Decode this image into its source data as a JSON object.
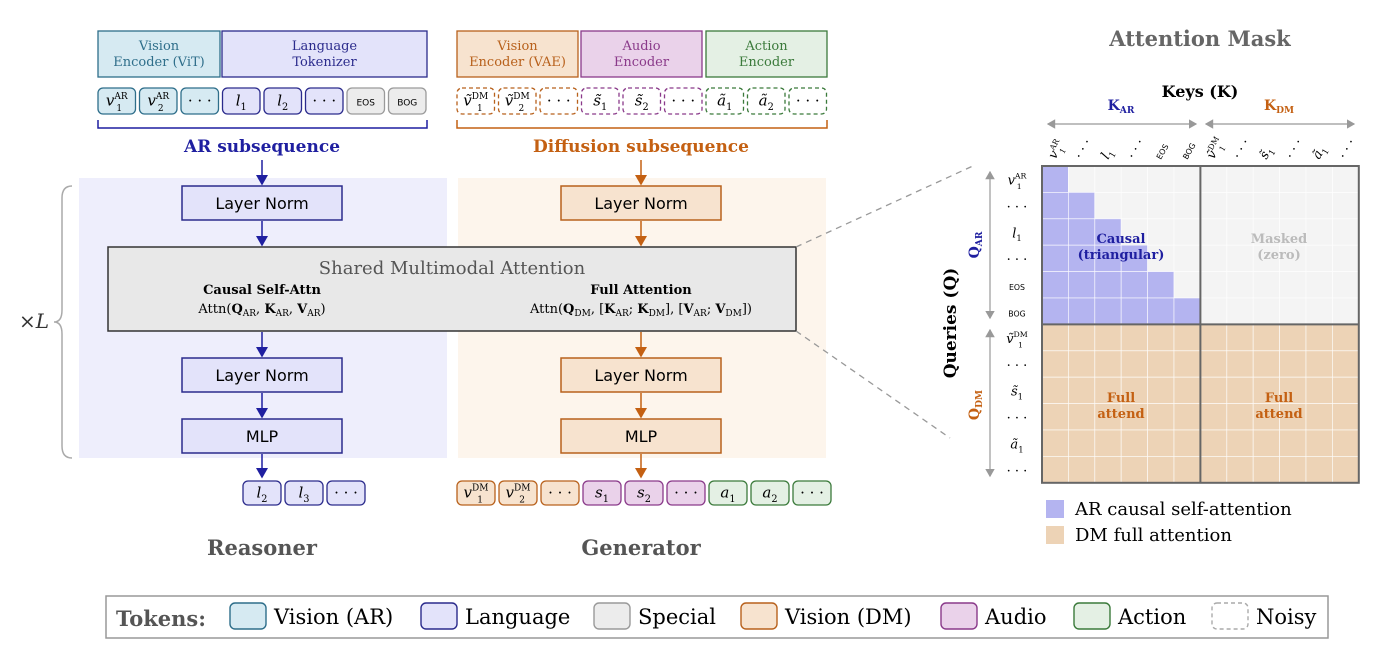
{
  "colors": {
    "vision_ar": "#d6eaf2",
    "vision_ar_border": "#2e6e8a",
    "language": "#e3e3fa",
    "language_border": "#2b2b8c",
    "special": "#ececec",
    "special_border": "#9a9a9a",
    "vision_dm": "#f7e3cf",
    "vision_dm_border": "#b8611c",
    "audio": "#ead2ea",
    "audio_border": "#8a3a8a",
    "action": "#e4f0e4",
    "action_border": "#3b7a3b",
    "ar_accent": "#1f1fa0",
    "dm_accent": "#c46012",
    "mask_ar": "#b4b4f0",
    "mask_dm": "#edd3b6",
    "mask_empty": "#f4f4f4"
  },
  "encoders": {
    "ar": [
      {
        "name": "Vision\nEncoder (ViT)",
        "kind": "vision_ar"
      },
      {
        "name": "Language\nTokenizer",
        "kind": "language"
      }
    ],
    "dm": [
      {
        "name": "Vision\nEncoder (VAE)",
        "kind": "vision_dm"
      },
      {
        "name": "Audio\nEncoder",
        "kind": "audio"
      },
      {
        "name": "Action\nEncoder",
        "kind": "action"
      }
    ]
  },
  "input_tokens": {
    "ar": [
      {
        "base": "v",
        "sub": "1",
        "sup": "AR",
        "kind": "vision_ar"
      },
      {
        "base": "v",
        "sub": "2",
        "sup": "AR",
        "kind": "vision_ar"
      },
      {
        "base": "· · ·",
        "kind": "vision_ar"
      },
      {
        "base": "l",
        "sub": "1",
        "kind": "language"
      },
      {
        "base": "l",
        "sub": "2",
        "kind": "language"
      },
      {
        "base": "· · ·",
        "kind": "language"
      },
      {
        "base": "EOS",
        "kind": "special",
        "small": true
      },
      {
        "base": "BOG",
        "kind": "special",
        "small": true
      }
    ],
    "dm": [
      {
        "base": "ṽ",
        "sub": "1",
        "sup": "DM",
        "kind": "vision_dm",
        "noisy": true
      },
      {
        "base": "ṽ",
        "sub": "2",
        "sup": "DM",
        "kind": "vision_dm",
        "noisy": true
      },
      {
        "base": "· · ·",
        "kind": "vision_dm",
        "noisy": true
      },
      {
        "base": "s̃",
        "sub": "1",
        "kind": "audio",
        "noisy": true
      },
      {
        "base": "s̃",
        "sub": "2",
        "kind": "audio",
        "noisy": true
      },
      {
        "base": "· · ·",
        "kind": "audio",
        "noisy": true
      },
      {
        "base": "ã",
        "sub": "1",
        "kind": "action",
        "noisy": true
      },
      {
        "base": "ã",
        "sub": "2",
        "kind": "action",
        "noisy": true
      },
      {
        "base": "· · ·",
        "kind": "action",
        "noisy": true
      }
    ]
  },
  "subsequences": {
    "ar": "AR subsequence",
    "dm": "Diffusion subsequence"
  },
  "blocks": {
    "layer_norm": "Layer Norm",
    "mlp": "MLP"
  },
  "shared_attention": {
    "title": "Shared Multimodal Attention",
    "causal_label": "Causal Self-Attn",
    "causal_formula": [
      {
        "t": "Attn("
      },
      {
        "t": "Q",
        "b": true
      },
      {
        "t": "AR",
        "sub": true
      },
      {
        "t": ", "
      },
      {
        "t": "K",
        "b": true
      },
      {
        "t": "AR",
        "sub": true
      },
      {
        "t": ", "
      },
      {
        "t": "V",
        "b": true
      },
      {
        "t": "AR",
        "sub": true
      },
      {
        "t": ")"
      }
    ],
    "full_label": "Full Attention",
    "full_formula": [
      {
        "t": "Attn("
      },
      {
        "t": "Q",
        "b": true
      },
      {
        "t": "DM",
        "sub": true
      },
      {
        "t": ", ["
      },
      {
        "t": "K",
        "b": true
      },
      {
        "t": "AR",
        "sub": true
      },
      {
        "t": "; "
      },
      {
        "t": "K",
        "b": true
      },
      {
        "t": "DM",
        "sub": true
      },
      {
        "t": "], ["
      },
      {
        "t": "V",
        "b": true
      },
      {
        "t": "AR",
        "sub": true
      },
      {
        "t": "; "
      },
      {
        "t": "V",
        "b": true
      },
      {
        "t": "DM",
        "sub": true
      },
      {
        "t": "])"
      }
    ]
  },
  "repeat_label": "×L",
  "output_tokens": {
    "ar": [
      {
        "base": "l",
        "sub": "2",
        "kind": "language"
      },
      {
        "base": "l",
        "sub": "3",
        "kind": "language"
      },
      {
        "base": "· · ·",
        "kind": "language"
      }
    ],
    "dm": [
      {
        "base": "v",
        "sub": "1",
        "sup": "DM",
        "kind": "vision_dm"
      },
      {
        "base": "v",
        "sub": "2",
        "sup": "DM",
        "kind": "vision_dm"
      },
      {
        "base": "· · ·",
        "kind": "vision_dm"
      },
      {
        "base": "s",
        "sub": "1",
        "kind": "audio"
      },
      {
        "base": "s",
        "sub": "2",
        "kind": "audio"
      },
      {
        "base": "· · ·",
        "kind": "audio"
      },
      {
        "base": "a",
        "sub": "1",
        "kind": "action"
      },
      {
        "base": "a",
        "sub": "2",
        "kind": "action"
      },
      {
        "base": "· · ·",
        "kind": "action"
      }
    ]
  },
  "module_labels": {
    "reasoner": "Reasoner",
    "generator": "Generator"
  },
  "mask": {
    "title": "Attention Mask",
    "keys_label": "Keys (K)",
    "queries_label": "Queries (Q)",
    "k_ar": "K",
    "k_ar_sub": "AR",
    "k_dm": "K",
    "k_dm_sub": "DM",
    "q_ar": "Q",
    "q_ar_sub": "AR",
    "q_dm": "Q",
    "q_dm_sub": "DM",
    "col_labels": [
      {
        "base": "v",
        "sub": "1",
        "sup": "AR"
      },
      {
        "base": "· · ·"
      },
      {
        "base": "l",
        "sub": "1"
      },
      {
        "base": "· · ·"
      },
      {
        "base": "EOS",
        "small": true
      },
      {
        "base": "BOG",
        "small": true
      },
      {
        "base": "ṽ",
        "sub": "1",
        "sup": "DM"
      },
      {
        "base": "· · ·"
      },
      {
        "base": "s̃",
        "sub": "1"
      },
      {
        "base": "· · ·"
      },
      {
        "base": "ã",
        "sub": "1"
      },
      {
        "base": "· · ·"
      }
    ],
    "row_labels": [
      {
        "base": "v",
        "sub": "1",
        "sup": "AR"
      },
      {
        "base": "· · ·"
      },
      {
        "base": "l",
        "sub": "1"
      },
      {
        "base": "· · ·"
      },
      {
        "base": "EOS",
        "small": true
      },
      {
        "base": "BOG",
        "small": true
      },
      {
        "base": "ṽ",
        "sub": "1",
        "sup": "DM"
      },
      {
        "base": "· · ·"
      },
      {
        "base": "s̃",
        "sub": "1"
      },
      {
        "base": "· · ·"
      },
      {
        "base": "ã",
        "sub": "1"
      },
      {
        "base": "· · ·"
      }
    ],
    "ar_size": 6,
    "dm_size": 6,
    "causal_text": "Causal\n(triangular)",
    "masked_text": "Masked\n(zero)",
    "full_text": "Full\nattend",
    "legend": [
      {
        "label": "AR causal self-attention",
        "kind": "mask_ar"
      },
      {
        "label": "DM full attention",
        "kind": "mask_dm"
      }
    ]
  },
  "tokens_legend": {
    "title": "Tokens:",
    "items": [
      {
        "label": "Vision (AR)",
        "kind": "vision_ar"
      },
      {
        "label": "Language",
        "kind": "language"
      },
      {
        "label": "Special",
        "kind": "special"
      },
      {
        "label": "Vision (DM)",
        "kind": "vision_dm"
      },
      {
        "label": "Audio",
        "kind": "audio"
      },
      {
        "label": "Action",
        "kind": "action"
      },
      {
        "label": "Noisy",
        "kind": "noisy"
      }
    ]
  }
}
